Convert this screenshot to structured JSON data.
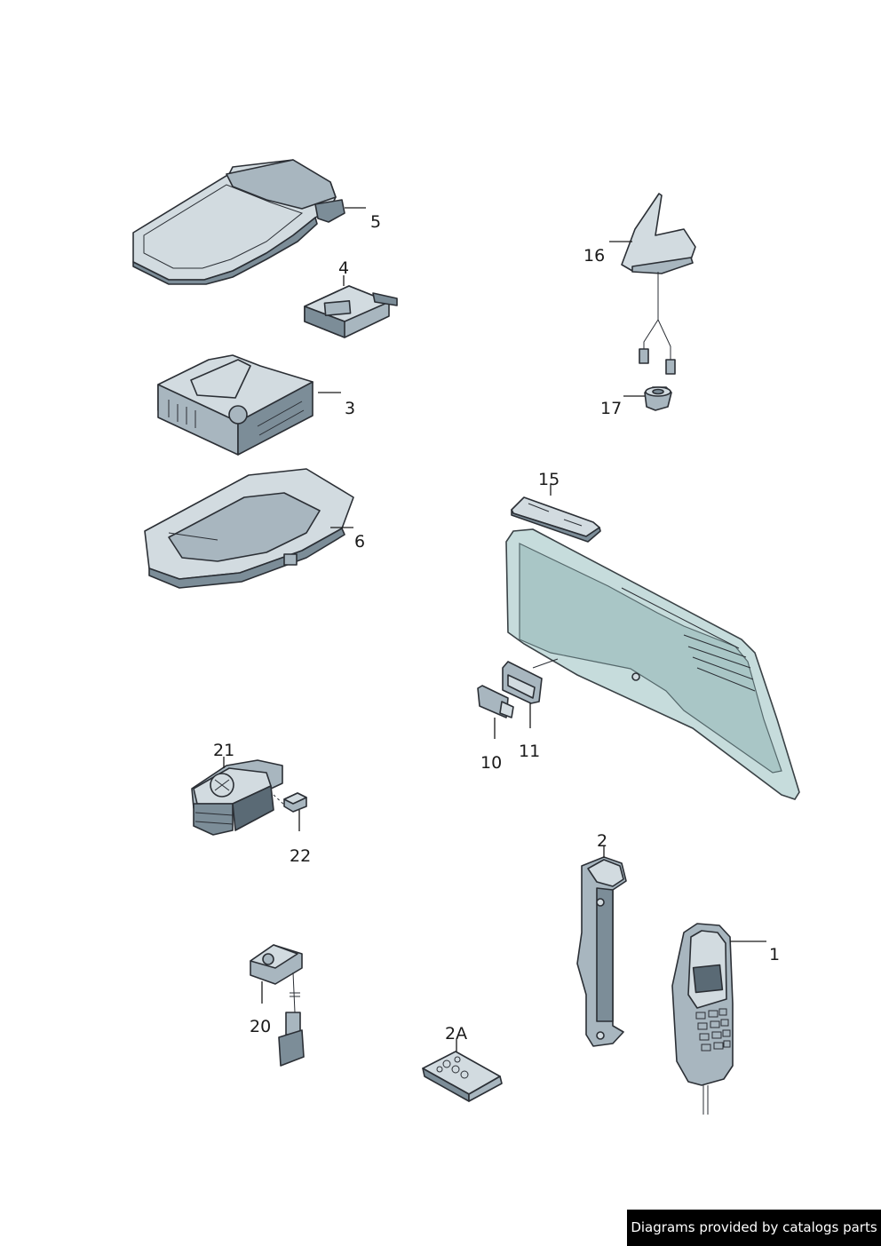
{
  "callouts": {
    "c1": "1",
    "c2": "2",
    "c2a": "2A",
    "c3": "3",
    "c4": "4",
    "c5": "5",
    "c6": "6",
    "c10": "10",
    "c11": "11",
    "c15": "15",
    "c16": "16",
    "c17": "17",
    "c20": "20",
    "c21": "21",
    "c22": "22"
  },
  "credit": "Diagrams provided by catalogs parts",
  "colors": {
    "part_fill": "#a8b6bf",
    "glass_fill": "#c6dcdc",
    "credit_background": "#000000"
  }
}
